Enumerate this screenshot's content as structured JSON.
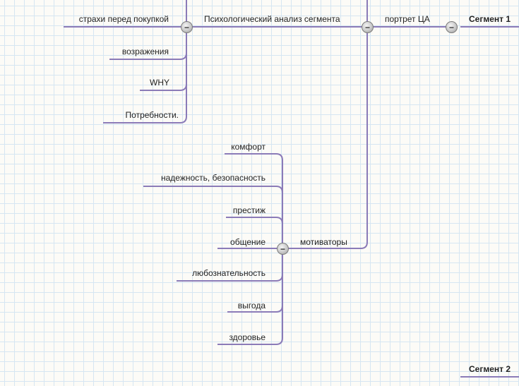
{
  "colors": {
    "line": "#8b7bb8",
    "text": "#222222"
  },
  "mindmap": {
    "segment1": "Сегмент 1",
    "segment2": "Сегмент 2",
    "portrait": "портрет ЦА",
    "psych": "Психологический анализ сегмента",
    "fears": "страхи перед покупкой",
    "objections": "возражения",
    "why": "WHY",
    "needs": "Потребности.",
    "motivators": "мотиваторы",
    "motivator_items": [
      "комфорт",
      "надежность, безопасность",
      "престиж",
      "общение",
      "любознательность",
      "выгода",
      "здоровье"
    ],
    "toggle_symbol": "−"
  }
}
